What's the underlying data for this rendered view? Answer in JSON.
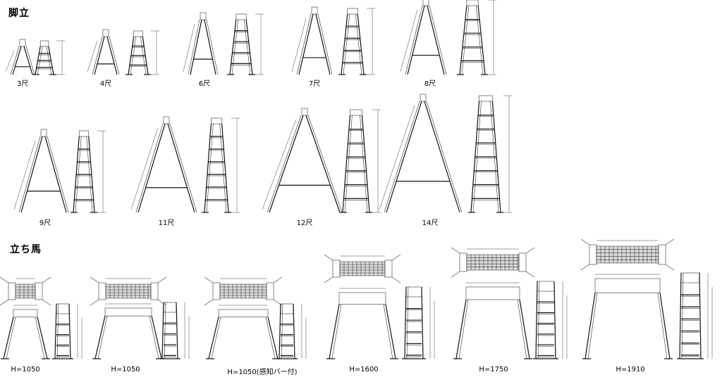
{
  "sections": {
    "kyatatsu_title": "脚立",
    "umadachi_title": "立ち馬"
  },
  "ladders": [
    {
      "caption": "3尺"
    },
    {
      "caption": "4尺"
    },
    {
      "caption": "6尺"
    },
    {
      "caption": "7尺"
    },
    {
      "caption": "8尺"
    },
    {
      "caption": "9尺"
    },
    {
      "caption": "11尺"
    },
    {
      "caption": "12尺"
    },
    {
      "caption": "14尺"
    }
  ],
  "platforms": [
    {
      "caption": "H=1050"
    },
    {
      "caption": "H=1050"
    },
    {
      "caption": "H=1050(感知バー付)"
    },
    {
      "caption": "H=1600"
    },
    {
      "caption": "H=1750"
    },
    {
      "caption": "H=1910"
    }
  ]
}
